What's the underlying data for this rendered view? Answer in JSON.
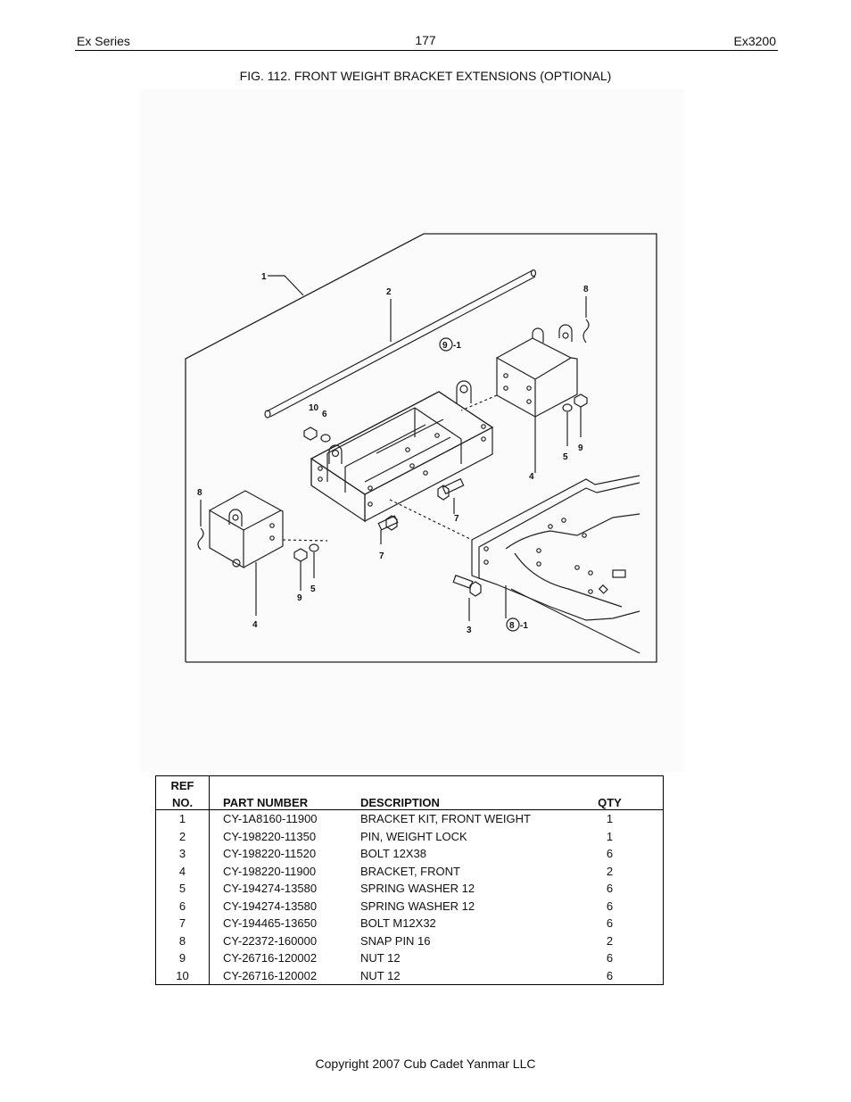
{
  "header": {
    "left": "Ex Series",
    "center": "177",
    "right": "Ex3200"
  },
  "figure_title": "FIG. 112. FRONT WEIGHT BRACKET EXTENSIONS (OPTIONAL)",
  "diagram_callouts": {
    "c1": "1",
    "c2": "2",
    "c91": "9",
    "c91_suffix": "-1",
    "c8a": "8",
    "c8b": "8",
    "c10": "10",
    "c6": "6",
    "c5a": "5",
    "c5b": "5",
    "c9a": "9",
    "c9b": "9",
    "c4a": "4",
    "c4b": "4",
    "c7a": "7",
    "c7b": "7",
    "c3": "3",
    "c81": "8",
    "c81_suffix": "-1"
  },
  "table": {
    "headers": {
      "ref_top": "REF",
      "ref_bottom": "NO.",
      "part_number": "PART NUMBER",
      "description": "DESCRIPTION",
      "qty": "QTY"
    },
    "rows": [
      {
        "ref": "1",
        "part": "CY-1A8160-11900",
        "desc": "BRACKET KIT, FRONT WEIGHT",
        "qty": "1"
      },
      {
        "ref": "2",
        "part": "CY-198220-11350",
        "desc": "PIN, WEIGHT LOCK",
        "qty": "1"
      },
      {
        "ref": "3",
        "part": "CY-198220-11520",
        "desc": "BOLT 12X38",
        "qty": "6"
      },
      {
        "ref": "4",
        "part": "CY-198220-11900",
        "desc": "BRACKET, FRONT",
        "qty": "2"
      },
      {
        "ref": "5",
        "part": "CY-194274-13580",
        "desc": "SPRING WASHER 12",
        "qty": "6"
      },
      {
        "ref": "6",
        "part": "CY-194274-13580",
        "desc": "SPRING WASHER 12",
        "qty": "6"
      },
      {
        "ref": "7",
        "part": "CY-194465-13650",
        "desc": "BOLT M12X32",
        "qty": "6"
      },
      {
        "ref": "8",
        "part": "CY-22372-160000",
        "desc": "SNAP PIN 16",
        "qty": "2"
      },
      {
        "ref": "9",
        "part": "CY-26716-120002",
        "desc": "NUT 12",
        "qty": "6"
      },
      {
        "ref": "10",
        "part": "CY-26716-120002",
        "desc": "NUT 12",
        "qty": "6"
      }
    ]
  },
  "footer": "Copyright 2007 Cub Cadet Yanmar LLC"
}
